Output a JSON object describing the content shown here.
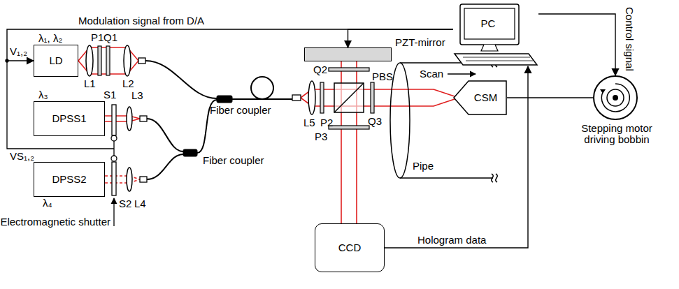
{
  "diagram": {
    "nodes": [
      {
        "text": [
          "λ₁, λ₂",
          "LD"
        ]
      },
      {
        "text": [
          "λ₃",
          "DPSS1"
        ]
      },
      {
        "text": [
          "DPSS2",
          "λ₄"
        ]
      },
      {
        "text": [
          "PZT-mirror"
        ]
      },
      {
        "text": [
          "PC"
        ]
      },
      {
        "text": [
          "CSM"
        ]
      },
      {
        "text": [
          "Stepping motor driving bobbin"
        ]
      },
      {
        "text": [
          "CCD"
        ]
      }
    ],
    "edges": [
      {
        "from": 4,
        "to": 0,
        "arrow": "to",
        "label": "Modulation signal from D/A"
      },
      {
        "from": 4,
        "to": 3,
        "arrow": "to"
      },
      {
        "from": 4,
        "to": 6,
        "arrow": "to",
        "label": "Control signal"
      },
      {
        "from": 5,
        "to": 6,
        "arrow": "none"
      },
      {
        "from": 7,
        "to": 4,
        "arrow": "to",
        "label": "Hologram data"
      }
    ],
    "labels": [
      "V₁,₂",
      "VS₁,₂",
      "P1",
      "Q1",
      "L1",
      "L2",
      "S1",
      "L3",
      "S2",
      "L4",
      "Electromagnetic shutter",
      "Fiber coupler",
      "Fiber coupler",
      "Q2",
      "L5",
      "P2",
      "PBS",
      "P3",
      "Q3",
      "Scan",
      "Pipe"
    ]
  }
}
